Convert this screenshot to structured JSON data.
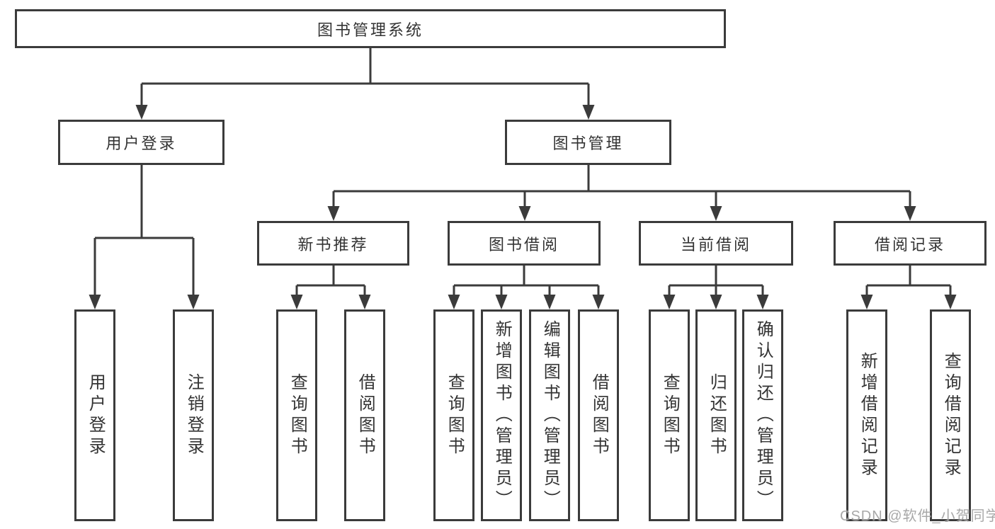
{
  "tree": {
    "root": {
      "label": "图书管理系统",
      "children": [
        {
          "label": "用户登录",
          "children": [
            {
              "label": "用户登录"
            },
            {
              "label": "注销登录"
            }
          ]
        },
        {
          "label": "图书管理",
          "children": [
            {
              "label": "新书推荐",
              "children": [
                {
                  "label": "查询图书"
                },
                {
                  "label": "借阅图书"
                }
              ]
            },
            {
              "label": "图书借阅",
              "children": [
                {
                  "label": "查询图书"
                },
                {
                  "label": "新增图书（管理员）"
                },
                {
                  "label": "编辑图书（管理员）"
                },
                {
                  "label": "借阅图书"
                }
              ]
            },
            {
              "label": "当前借阅",
              "children": [
                {
                  "label": "查询图书"
                },
                {
                  "label": "归还图书"
                },
                {
                  "label": "确认归还（管理员）"
                }
              ]
            },
            {
              "label": "借阅记录",
              "children": [
                {
                  "label": "新增借阅记录"
                },
                {
                  "label": "查询借阅记录"
                }
              ]
            }
          ]
        }
      ]
    }
  },
  "watermark": "CSDN @软件_小贺同学",
  "colors": {
    "line": "#3b3b3b",
    "text": "#333333",
    "watermark": "#999999",
    "background": "#ffffff"
  }
}
